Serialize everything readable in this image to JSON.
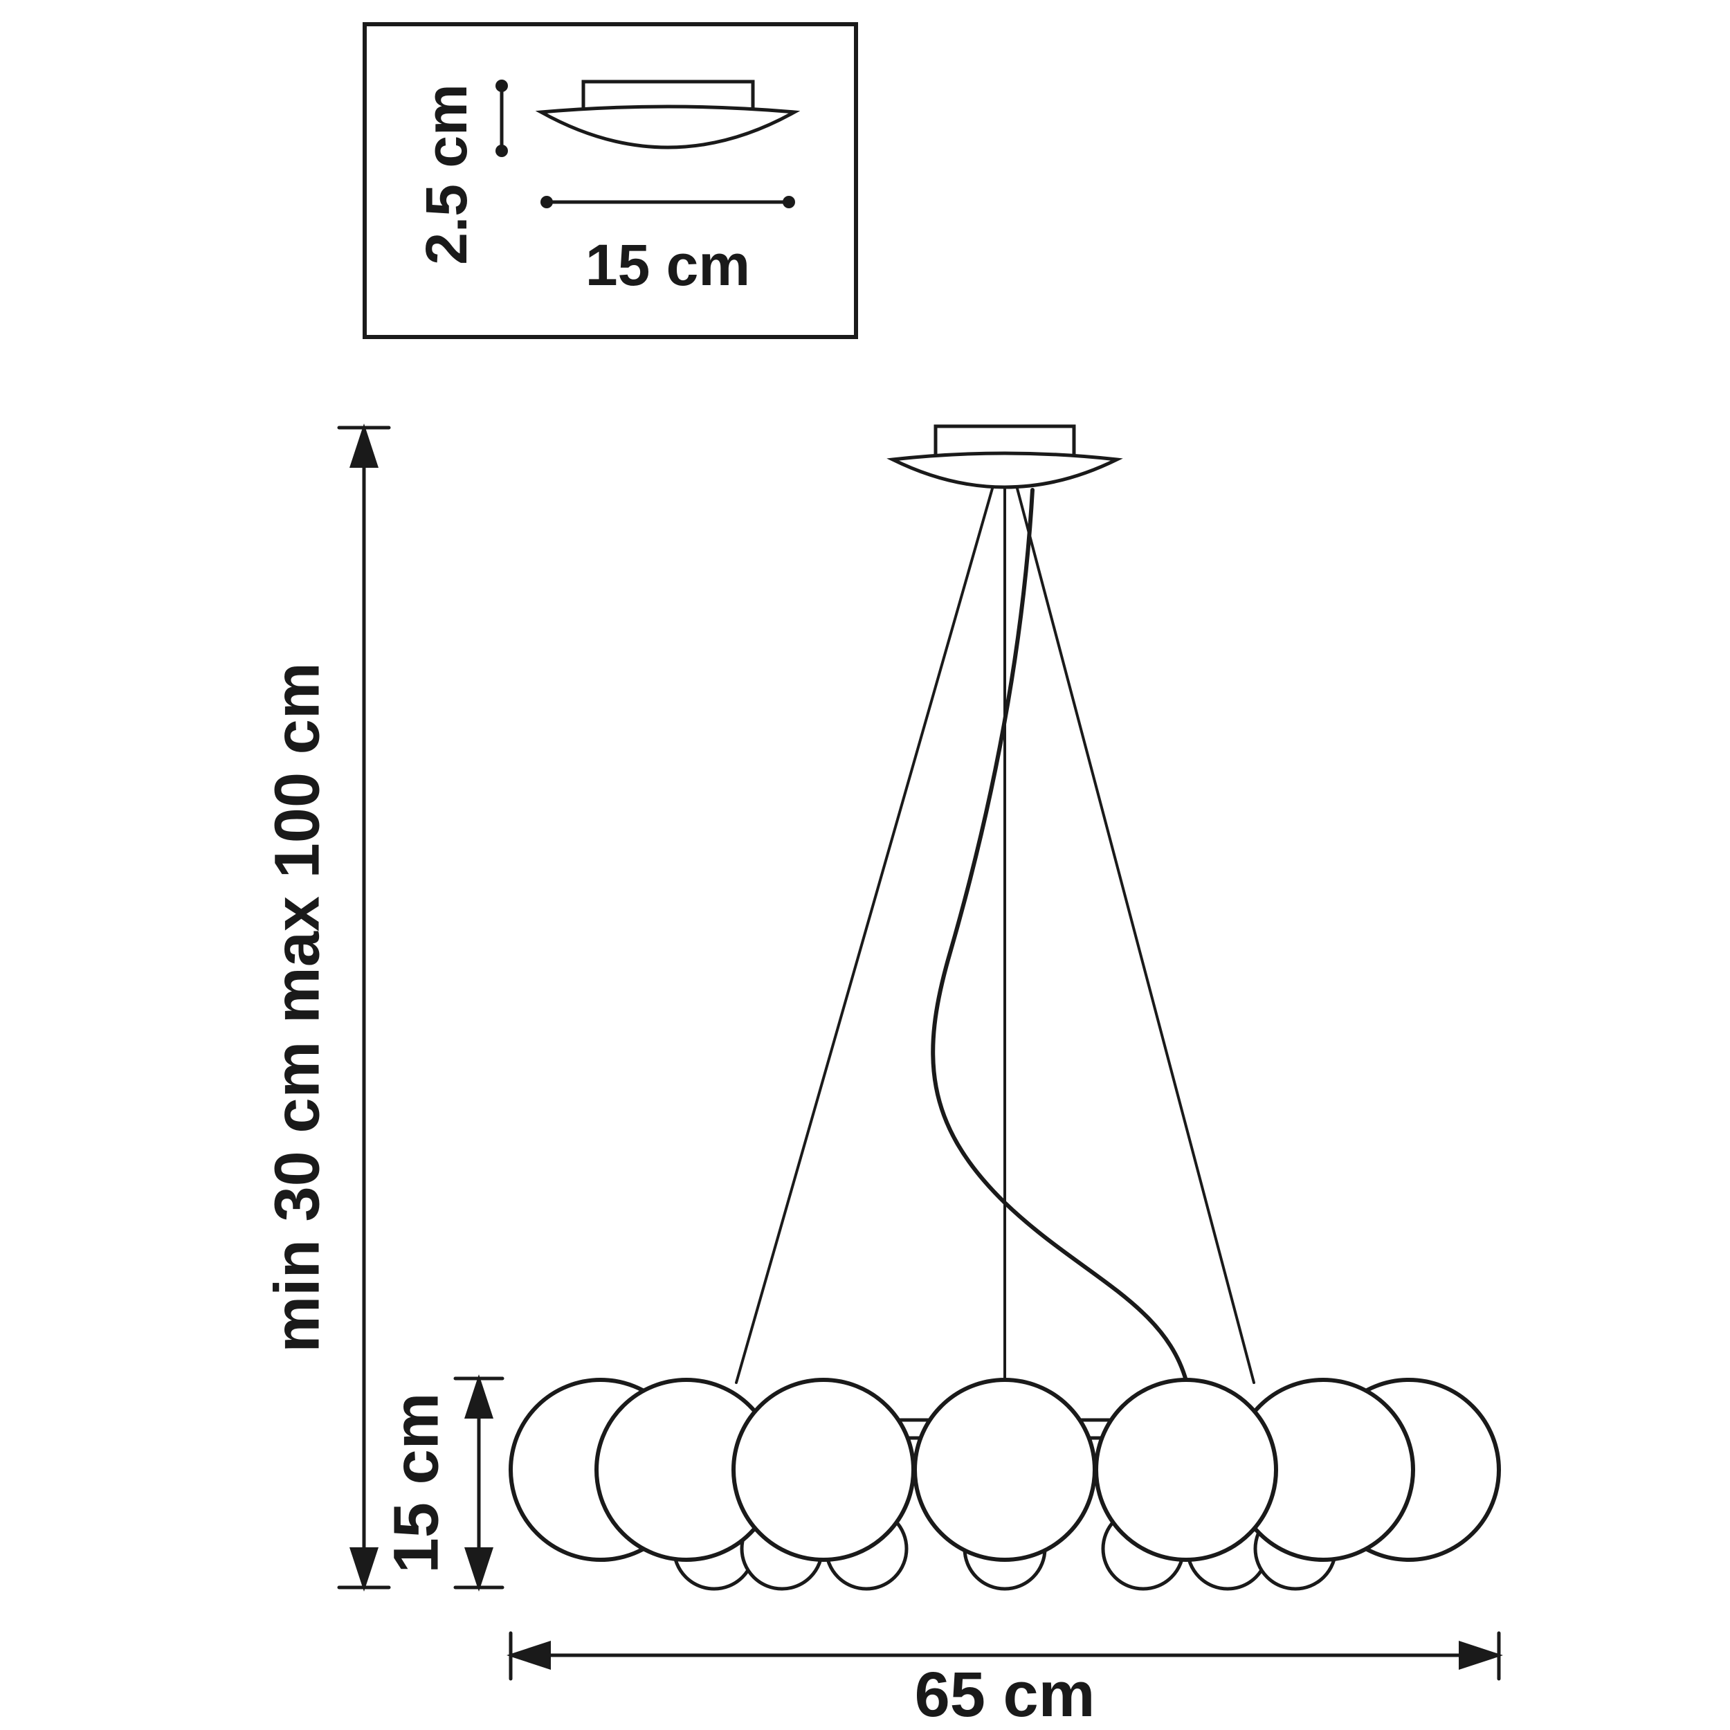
{
  "colors": {
    "line": "#1a1a1a",
    "background": "#ffffff"
  },
  "inset": {
    "canopy_height_label": "2.5 cm",
    "canopy_width_label": "15 cm"
  },
  "dimensions": {
    "suspension_height_label": "min 30 cm max 100 cm",
    "fixture_height_label": "15 cm",
    "fixture_width_label": "65 cm"
  }
}
